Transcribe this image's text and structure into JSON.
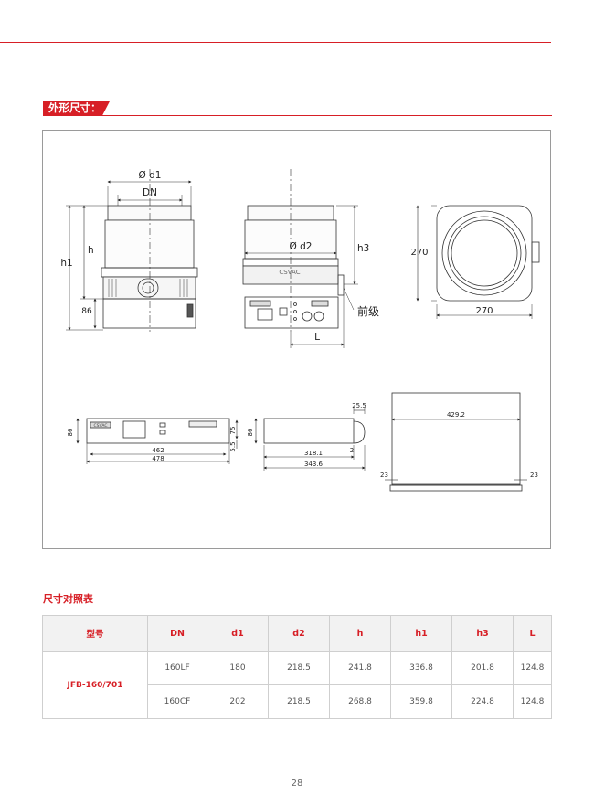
{
  "section_title": "外形尺寸：",
  "drawing": {
    "front_view": {
      "d1": "Ø d1",
      "dn": "DN",
      "h1": "h1",
      "h": "h",
      "dim_86": "86"
    },
    "side_view": {
      "d2": "Ø d2",
      "h3": "h3",
      "L": "L",
      "label_preline": "前级",
      "brand": "CSVAC"
    },
    "top_view": {
      "height": "270",
      "width": "270"
    },
    "controller_front": {
      "h86": "86",
      "h75": "75",
      "h5_5": "5.5",
      "w462": "462",
      "w478": "478",
      "brand": "CSVAC"
    },
    "controller_side": {
      "h86": "86",
      "d25_5": "25.5",
      "d2": "2",
      "d318_1": "318.1",
      "d343_6": "343.6"
    },
    "controller_top": {
      "w429_2": "429.2",
      "left23": "23",
      "right23": "23"
    }
  },
  "table_title": "尺寸对照表",
  "table": {
    "headers": [
      "型号",
      "DN",
      "d1",
      "d2",
      "h",
      "h1",
      "h3",
      "L"
    ],
    "model": "JFB-160/701",
    "rows": [
      [
        "160LF",
        "180",
        "218.5",
        "241.8",
        "336.8",
        "201.8",
        "124.8"
      ],
      [
        "160CF",
        "202",
        "218.5",
        "268.8",
        "359.8",
        "224.8",
        "124.8"
      ]
    ]
  },
  "page_number": "28"
}
